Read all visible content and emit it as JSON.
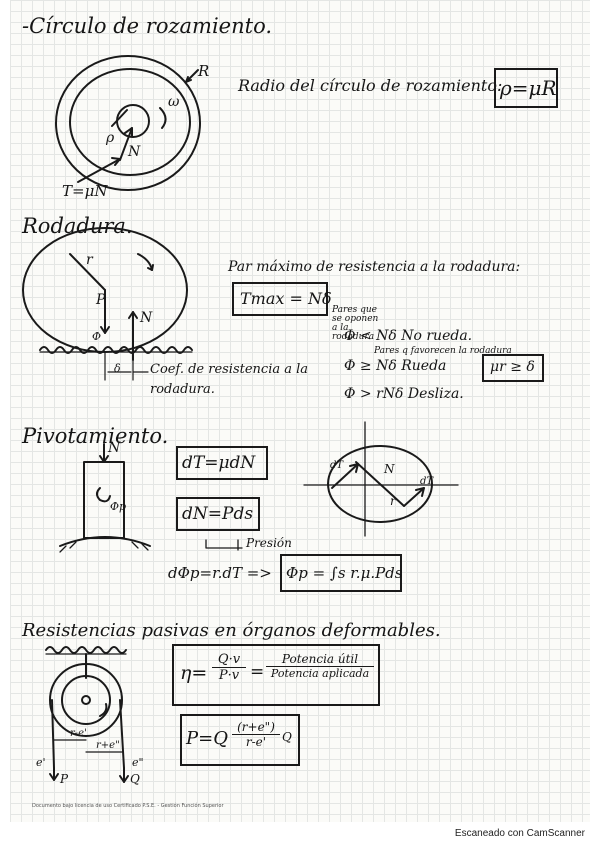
{
  "sections": {
    "circulo": {
      "title": "-Círculo de rozamiento.",
      "radio_label": "Radio del círculo de rozamiento:",
      "radio_formula": "ρ=μR",
      "label_R": "R",
      "label_w": "ω",
      "label_rho": "ρ",
      "label_N": "N",
      "label_T": "T=μN"
    },
    "rodadura": {
      "title": "Rodadura.",
      "par_label": "Par máximo de resistencia a la rodadura:",
      "tmax_formula": "Tmax = Nδ",
      "label_r": "r",
      "label_P": "P",
      "label_N": "N",
      "label_phi": "Φ",
      "label_delta": "δ",
      "coef_line1": "Coef. de resistencia a la",
      "coef_line2": "rodadura.",
      "note_pares": "Pares que se oponen a la rodadura",
      "note_favorecen": "Pares q favorecen la rodadura",
      "cond1": "Φ < Nδ  No rueda.",
      "cond2_a": "Φ ≥ Nδ  Rueda",
      "cond2_b": "μr ≥ δ",
      "cond3": "Φ > rNδ  Desliza."
    },
    "pivotamiento": {
      "title": "Pivotamiento.",
      "label_N": "N",
      "label_phi": "Φp",
      "f1": "dT=μdN",
      "f2": "dN=Pds",
      "presion": "Presión",
      "f3_a": "dΦp=r.dT =>",
      "f3_b": "Φp = ∫s r.μ.Pds",
      "label_dT": "dT",
      "label_r": "r",
      "label_N2": "N"
    },
    "resistencias": {
      "title": "Resistencias pasivas en órganos deformables.",
      "eta": "η=",
      "eta_num": "Q·v",
      "eta_den": "P·v",
      "eq": "=",
      "util": "Potencia útil",
      "aplicada": "Potencia aplicada",
      "p_eq": "P=Q",
      "p_num": "(r+e\")",
      "p_den": "r-e'",
      "label_re": "r-e'",
      "label_rpe": "r+e\"",
      "label_e1": "e'",
      "label_e2": "e\"",
      "label_P": "P",
      "label_Q": "Q"
    }
  },
  "footer": "Documento bajo licencia de uso Certificado P.S.E. - Gestión Función Superior",
  "scanner": "Escaneado con CamScanner"
}
